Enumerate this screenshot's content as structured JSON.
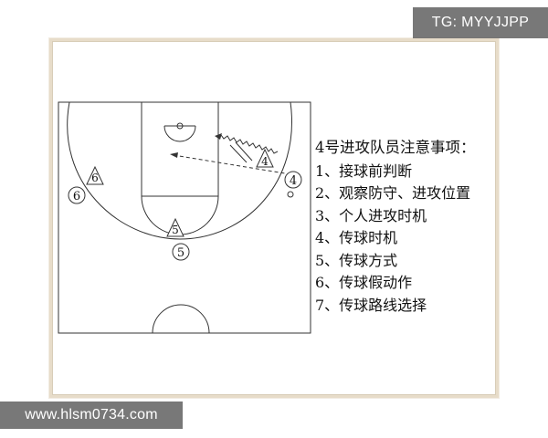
{
  "watermarks": {
    "top_right": "TG: MYYJJPP",
    "bottom_left": "www.hlsm0734.com"
  },
  "diagram": {
    "players": {
      "p4_inside": "4",
      "p4_outside": "4",
      "p6_inside": "6",
      "p6_outside": "6",
      "p5_inside": "5",
      "p5_outside": "5"
    }
  },
  "notes": {
    "title": "4号进攻队员注意事项：",
    "items": [
      "1、接球前判断",
      "2、观察防守、进攻位置",
      "3、个人进攻时机",
      "4、传球时机",
      "5、传球方式",
      "6、传球假动作",
      "7、传球路线选择"
    ]
  },
  "colors": {
    "line": "#333333",
    "frame": "#e7dcc9"
  }
}
